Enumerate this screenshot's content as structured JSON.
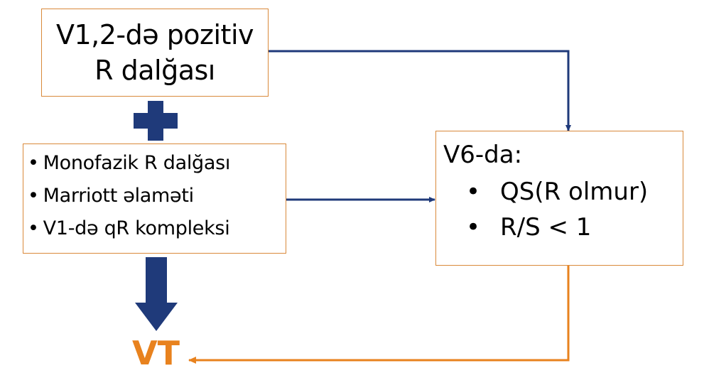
{
  "top_box": {
    "line1": "V1,2-də pozitiv",
    "line2": "R dalğası"
  },
  "left_box": {
    "items": [
      "Monofazik R dalğası",
      "Marriott əlaməti",
      "V1-də qR kompleksi"
    ]
  },
  "right_box": {
    "heading": "V6-da:",
    "items": [
      "QS(R olmur)",
      "R/S < 1"
    ]
  },
  "result": {
    "label": "VT"
  },
  "colors": {
    "navy": "#1f3a7a",
    "orange": "#e8821e",
    "box_border": "#d9893a"
  }
}
